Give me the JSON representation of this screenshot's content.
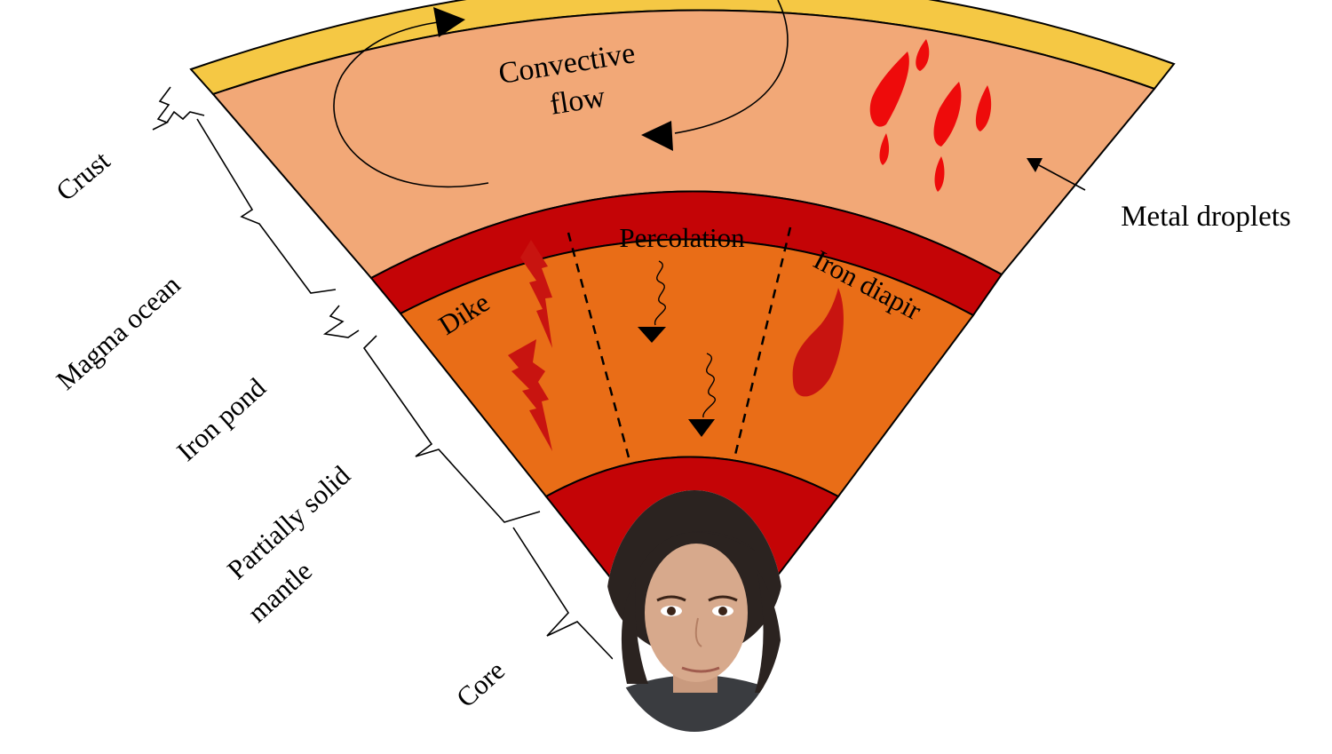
{
  "labels": {
    "convective_flow_line1": "Convective",
    "convective_flow_line2": "flow",
    "percolation": "Percolation",
    "dike": "Dike",
    "iron_diapir": "Iron diapir",
    "metal_droplets": "Metal droplets",
    "crust": "Crust",
    "magma_ocean": "Magma ocean",
    "iron_pond": "Iron pond",
    "partially_solid_line1": "Partially solid",
    "partially_solid_line2": "mantle",
    "core": "Core"
  },
  "colors": {
    "crust": "#f5c844",
    "magma_ocean": "#f2a877",
    "iron_pond": "#c40406",
    "mantle": "#e96d17",
    "metal_droplet": "#ee0b0b",
    "feature_red": "#c81410",
    "lines": "#000000"
  },
  "portrait": {
    "description_icon": "person-portrait",
    "hair": "#2b2320",
    "skin": "#d7a98c",
    "shirt": "#3a3c40"
  }
}
